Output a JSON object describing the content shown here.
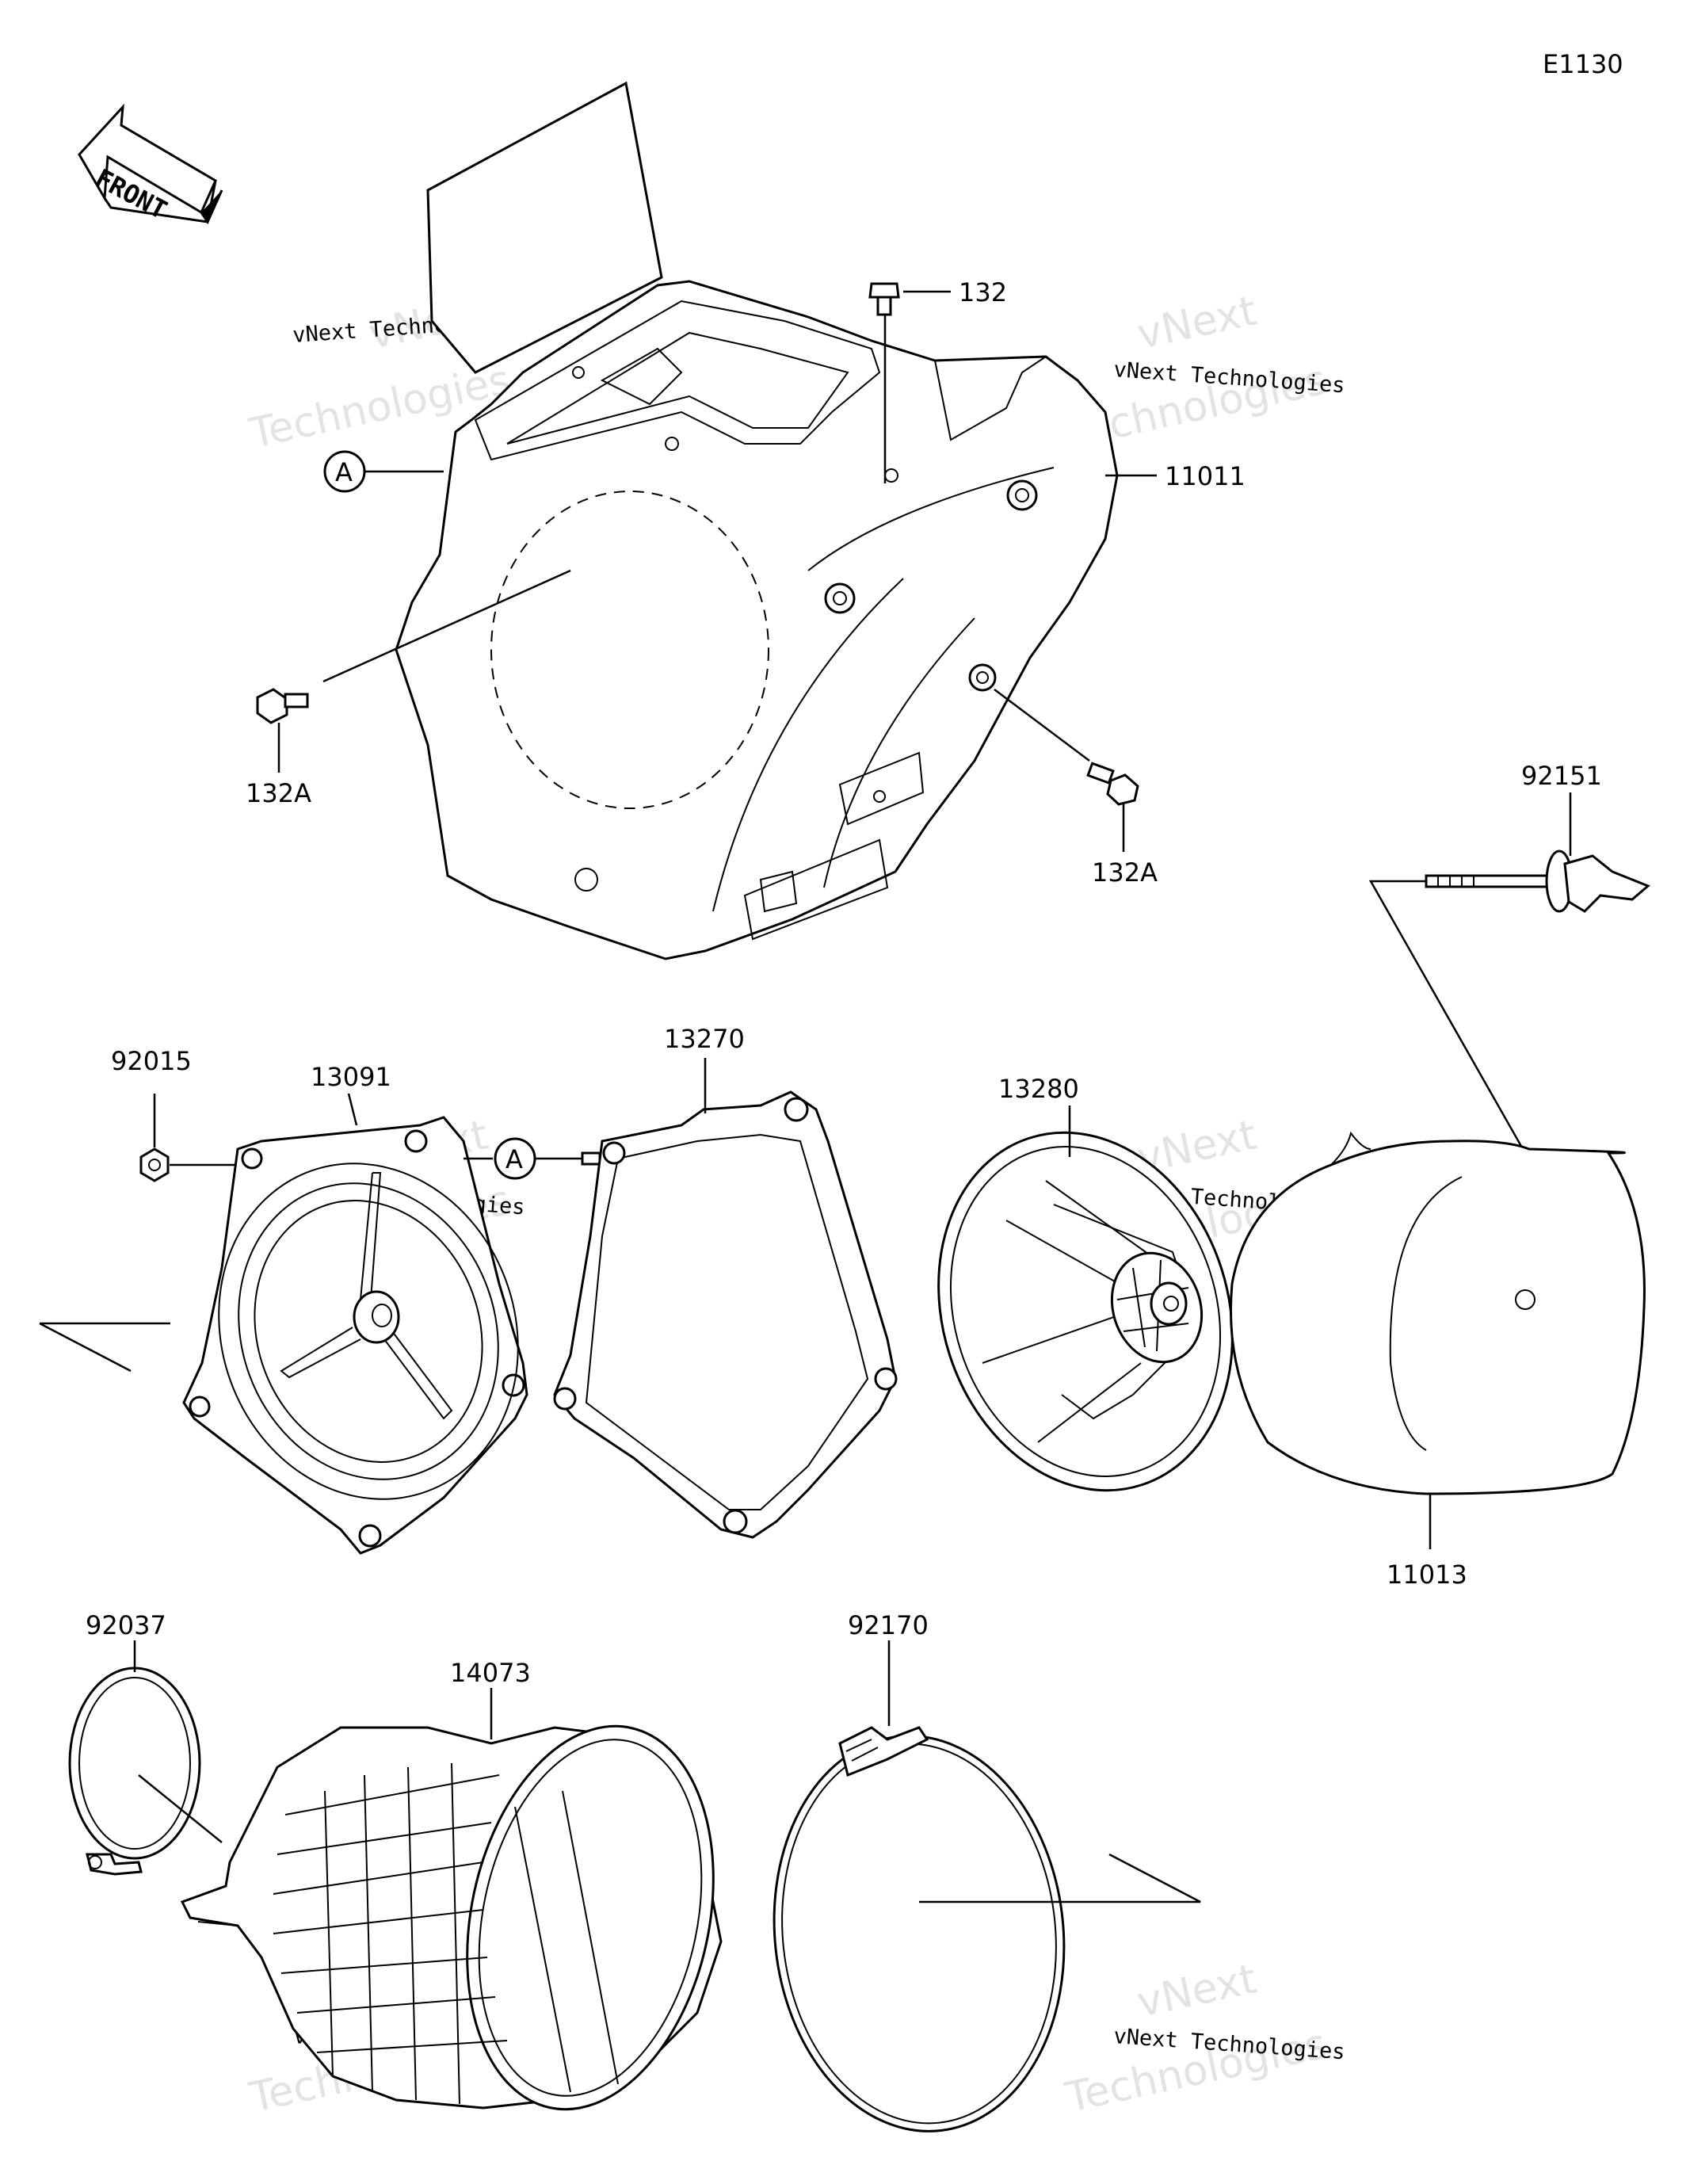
{
  "diagram_code": "E1130",
  "front_label": "FRONT",
  "parts": {
    "p132": "132",
    "p11011": "11011",
    "p132A_left": "132A",
    "p132A_right": "132A",
    "p92151": "92151",
    "p92015": "92015",
    "p13091": "13091",
    "p13270": "13270",
    "p13280": "13280",
    "p11013": "11013",
    "p92037": "92037",
    "p14073": "14073",
    "p92170": "92170"
  },
  "ref_marker": "A",
  "watermark": {
    "brand": "vNext Technologies",
    "word1": "vNext",
    "word2": "Technologies"
  }
}
